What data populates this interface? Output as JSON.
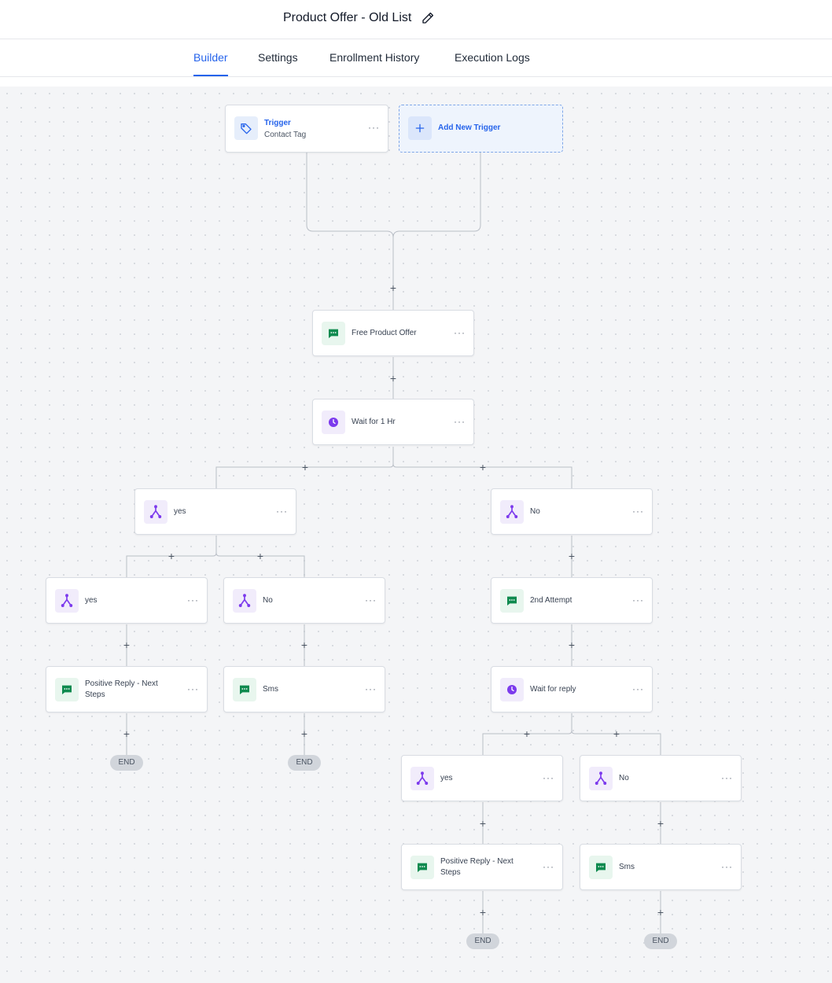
{
  "header": {
    "title": "Product Offer - Old List"
  },
  "tabs": [
    {
      "label": "Builder",
      "active": true
    },
    {
      "label": "Settings",
      "active": false
    },
    {
      "label": "Enrollment History",
      "active": false
    },
    {
      "label": "Execution Logs",
      "active": false
    }
  ],
  "colors": {
    "accent": "#2563eb",
    "sms": "#0f8a4f",
    "split": "#7c3aed",
    "wait": "#7c3aed"
  },
  "trigger": {
    "title": "Trigger",
    "subtitle": "Contact Tag",
    "icon": "tag-icon"
  },
  "add_trigger": {
    "label": "Add New Trigger",
    "icon": "plus-icon"
  },
  "nodes": {
    "free_offer": {
      "label": "Free Product Offer",
      "icon": "message-icon"
    },
    "wait_1hr": {
      "label": "Wait for 1 Hr",
      "icon": "clock-icon"
    },
    "yes_branch": {
      "label": "yes",
      "icon": "split-icon"
    },
    "no_branch": {
      "label": "No",
      "icon": "split-icon"
    },
    "yes_yes": {
      "label": "yes",
      "icon": "split-icon"
    },
    "yes_no": {
      "label": "No",
      "icon": "split-icon"
    },
    "pos_reply_1": {
      "label": "Positive Reply - Next Steps",
      "icon": "message-icon"
    },
    "sms_1": {
      "label": "Sms",
      "icon": "message-icon"
    },
    "second_attempt": {
      "label": "2nd Attempt",
      "icon": "message-icon"
    },
    "wait_reply": {
      "label": "Wait for reply",
      "icon": "clock-icon"
    },
    "no_yes": {
      "label": "yes",
      "icon": "split-icon"
    },
    "no_no": {
      "label": "No",
      "icon": "split-icon"
    },
    "pos_reply_2": {
      "label": "Positive Reply - Next Steps",
      "icon": "message-icon"
    },
    "sms_2": {
      "label": "Sms",
      "icon": "message-icon"
    }
  },
  "end_label": "END",
  "add_step_symbol": "+",
  "menu_symbol": "···"
}
